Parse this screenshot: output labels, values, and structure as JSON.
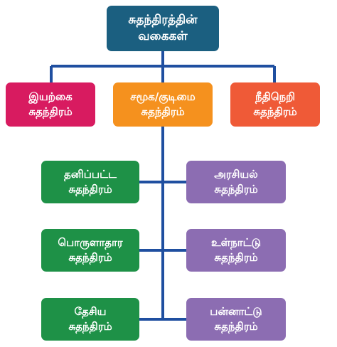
{
  "chart_data": {
    "type": "tree",
    "root": {
      "label": "சுதந்திரத்தின்\nவகைகள்",
      "color": "#1b5f80"
    },
    "branches": [
      {
        "label": "இயற்கை\nசுதந்திரம்",
        "color": "#d81b60"
      },
      {
        "label": "சமூக/குடிமை\nசுதந்திரம்",
        "color": "#f5911e"
      },
      {
        "label": "நீதிநெறி\nசுதந்திரம்",
        "color": "#ef5a37"
      }
    ],
    "sub_branches": {
      "parent": "சமூக/குடிமை\nசுதந்திரம்",
      "left": [
        {
          "label": "தனிப்பட்ட\nசுதந்திரம்",
          "color": "#1e9147"
        },
        {
          "label": "பொருளாதார\nசுதந்திரம்",
          "color": "#1e9147"
        },
        {
          "label": "தேசிய\nசுதந்திரம்",
          "color": "#1e9147"
        }
      ],
      "right": [
        {
          "label": "அரசியல்\nசுதந்திரம்",
          "color": "#8c6db2"
        },
        {
          "label": "உள்நாட்டு\nசுதந்திரம்",
          "color": "#8c6db2"
        },
        {
          "label": "பன்னாட்டு\nசுதந்திரம்",
          "color": "#8c6db2"
        }
      ]
    }
  }
}
